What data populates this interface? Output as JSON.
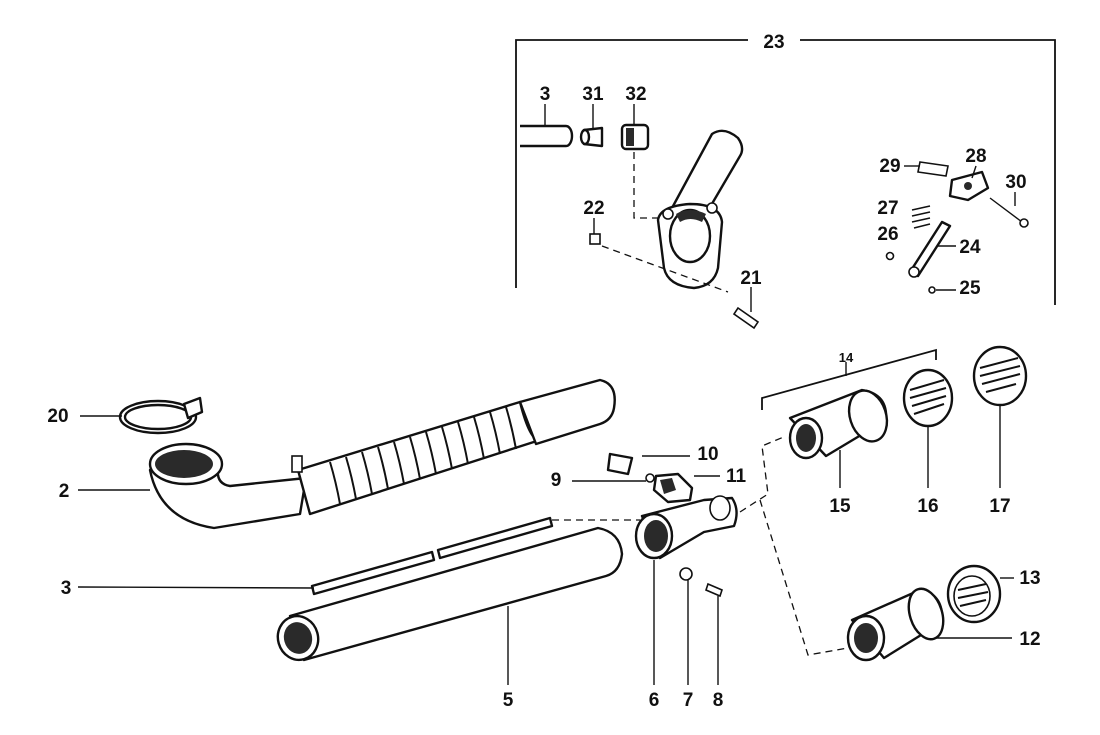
{
  "callouts": {
    "c2": "2",
    "c3a": "3",
    "c3b": "3",
    "c5": "5",
    "c6": "6",
    "c7": "7",
    "c8": "8",
    "c9": "9",
    "c10": "10",
    "c11": "11",
    "c12": "12",
    "c13": "13",
    "c14": "14",
    "c15": "15",
    "c16": "16",
    "c17": "17",
    "c20": "20",
    "c21": "21",
    "c22": "22",
    "c23": "23",
    "c24": "24",
    "c25": "25",
    "c26": "26",
    "c27": "27",
    "c28": "28",
    "c29": "29",
    "c30": "30",
    "c31": "31",
    "c32": "32"
  },
  "style": {
    "ink": "#111111",
    "paper": "#ffffff"
  }
}
